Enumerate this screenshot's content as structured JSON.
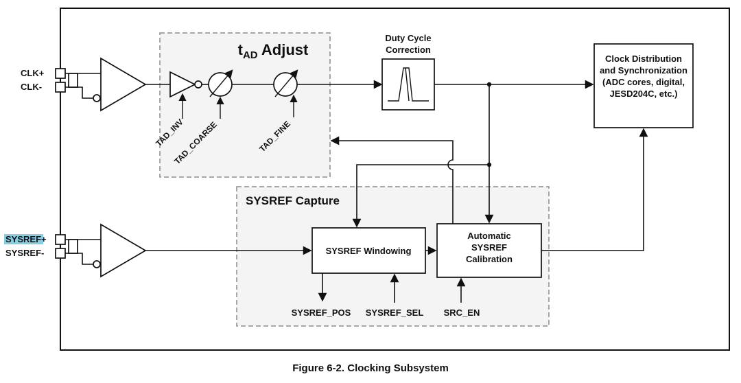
{
  "figure": {
    "caption": "Figure 6-2. Clocking Subsystem"
  },
  "colors": {
    "highlight": "#85cee4",
    "dashed_fill": "#f4f4f4"
  },
  "inputs": {
    "clk_plus": "CLK+",
    "clk_minus": "CLK-",
    "sysref_plus_highlighted": "SYSREF",
    "sysref_plus_suffix": "+",
    "sysref_minus": "SYSREF-"
  },
  "tad_adjust": {
    "title_main": "t",
    "title_sub": "AD",
    "title_rest": " Adjust",
    "controls": {
      "inv": "TAD_INV",
      "coarse": "TAD_COARSE",
      "fine": "TAD_FINE"
    }
  },
  "duty_cycle": {
    "line1": "Duty Cycle",
    "line2": "Correction"
  },
  "clock_distribution": {
    "lines": [
      "Clock Distribution",
      "and Synchronization",
      "(ADC cores, digital,",
      "JESD204C, etc.)"
    ]
  },
  "sysref_capture": {
    "title": "SYSREF Capture",
    "windowing": "SYSREF Windowing",
    "calibration_lines": [
      "Automatic",
      "SYSREF",
      "Calibration"
    ],
    "signals": {
      "pos": "SYSREF_POS",
      "sel": "SYSREF_SEL",
      "src_en": "SRC_EN"
    }
  }
}
